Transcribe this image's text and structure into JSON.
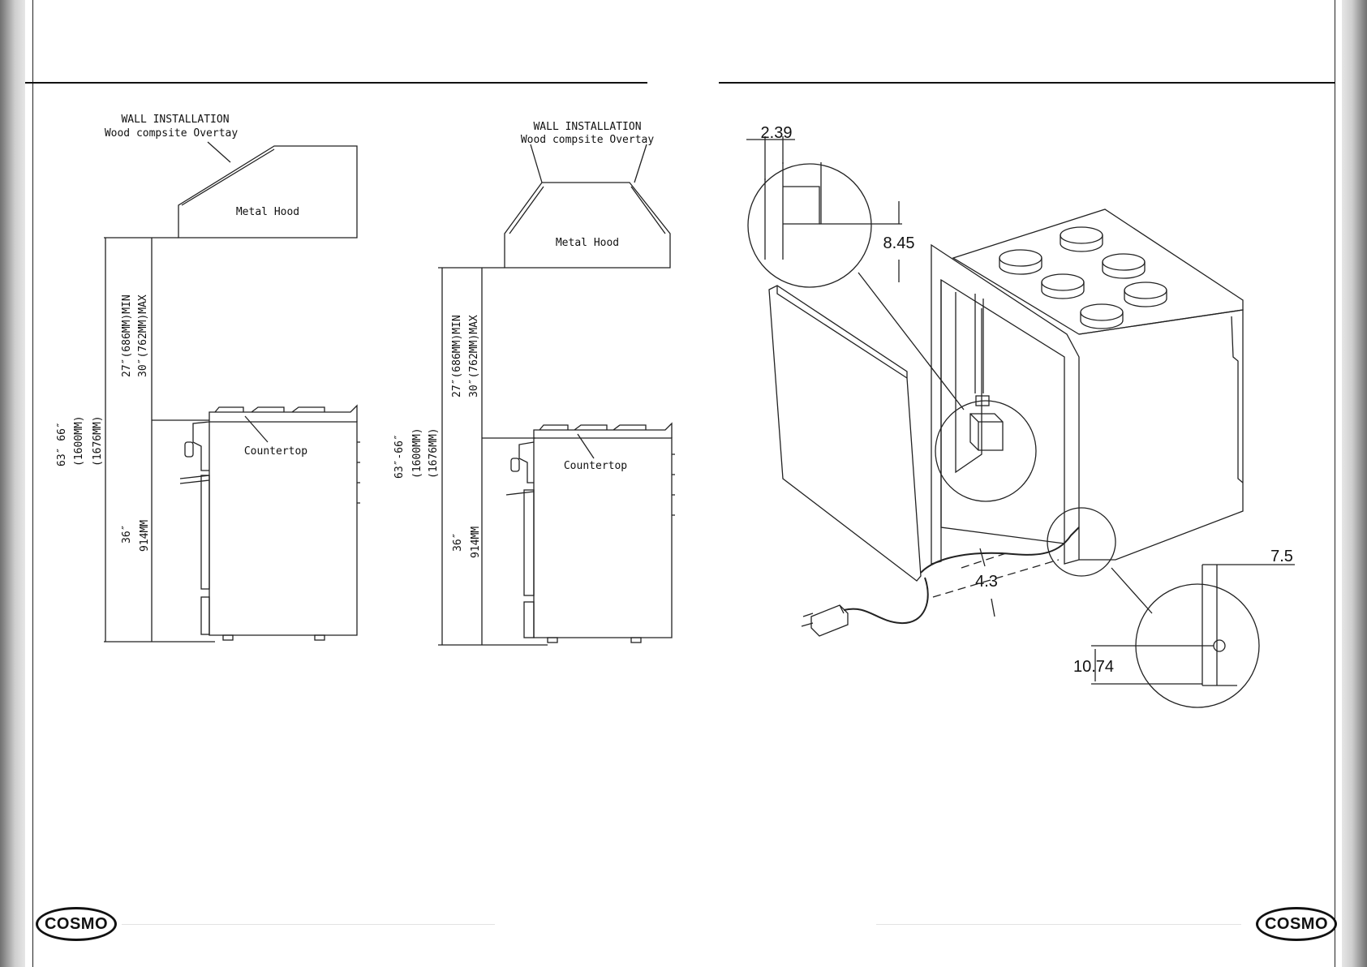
{
  "brand": {
    "logo_text": "COSMO"
  },
  "diagram_left": {
    "hood_label": "Metal Hood",
    "wall_install": "WALL INSTALLATION",
    "overlay": "Wood compsite Overtay",
    "clear_min": "27″(686MM)MIN",
    "clear_max": "30″(762MM)MAX",
    "total_in": "63″ 66″",
    "total_mm1": "(1600MM)",
    "total_mm2": "(1676MM)",
    "counter_in": "36″",
    "counter_mm": "914MM",
    "countertop": "Countertop"
  },
  "diagram_mid": {
    "hood_label": "Metal Hood",
    "wall_install": "WALL INSTALLATION",
    "overlay": "Wood compsite Overtay",
    "clear_min": "27″(686MM)MIN",
    "clear_max": "30″(762MM)MAX",
    "total_in": "63″-66″",
    "total_mm1": "(1600MM)",
    "total_mm2": "(1676MM)",
    "counter_in": "36″",
    "counter_mm": "914MM",
    "countertop": "Countertop"
  },
  "diagram_right": {
    "dim_a": "2.39",
    "dim_b": "8.45",
    "dim_c": "4.3",
    "dim_d": "7.5",
    "dim_e": "10.74"
  }
}
